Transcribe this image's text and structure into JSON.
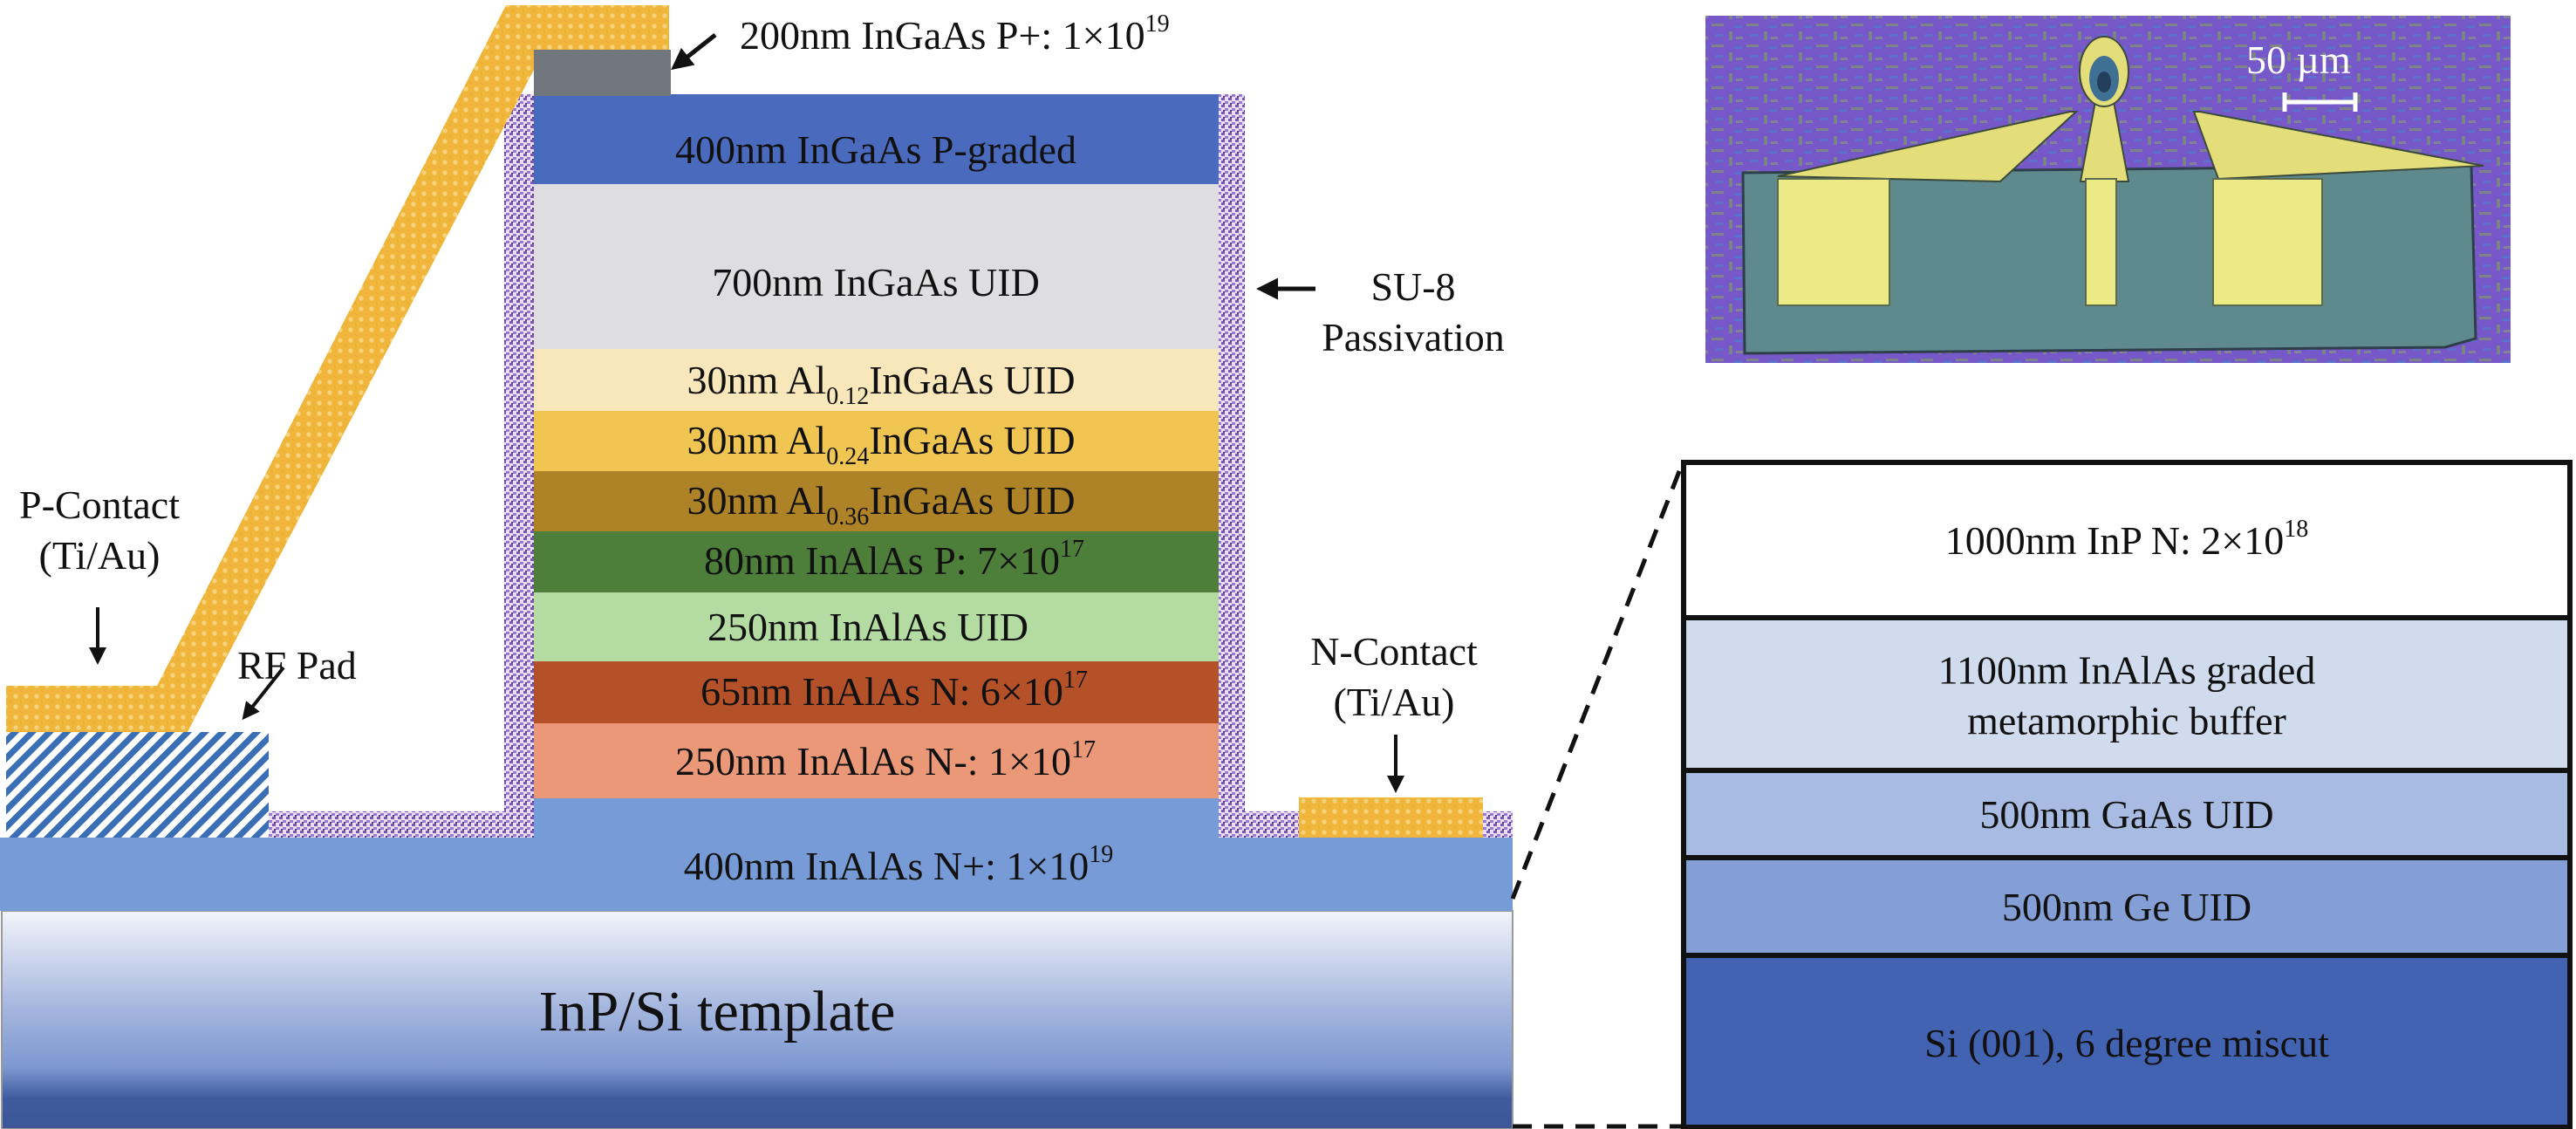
{
  "figure": {
    "type": "device cross-section schematic",
    "colors": {
      "gold_contact": "#F0B63C",
      "su8_passivation": "#7A55B0",
      "rf_pad_hatch": "#3A6EB5",
      "photo_background": "#7658C8",
      "photo_gold": "#E8E47A",
      "photo_mesa": "#5E8A8E"
    }
  },
  "mesa_stack": {
    "top_contact_layer": {
      "label": "200nm InGaAs P+: 1×10",
      "exponent": "19",
      "color": "#72767D"
    },
    "layers": [
      {
        "pre": "400nm InGaAs P-graded",
        "color": "#4A6ABD"
      },
      {
        "pre": "700nm InGaAs UID",
        "color": "#DEDDDF"
      },
      {
        "pre": "30nm Al",
        "sub": "0.12",
        "post": "InGaAs UID",
        "color": "#F8E7BA"
      },
      {
        "pre": "30nm Al",
        "sub": "0.24",
        "post": "InGaAs UID",
        "color": "#F0C552"
      },
      {
        "pre": "30nm Al",
        "sub": "0.36",
        "post": "InGaAs UID",
        "color": "#AE8226"
      },
      {
        "pre": "80nm InAlAs P: 7×10",
        "sup": "17",
        "color": "#4E7F3A"
      },
      {
        "pre": "250nm InAlAs UID",
        "color": "#B4DBA2"
      },
      {
        "pre": "65nm InAlAs N: 6×10",
        "sup": "17",
        "color": "#B55129"
      },
      {
        "pre": "250nm InAlAs N-: 1×10",
        "sup": "17",
        "color": "#EA9877"
      }
    ],
    "n_plus_layer": {
      "pre": "400nm InAlAs N+: 1×10",
      "sup": "19",
      "color": "#779BD7"
    },
    "template": {
      "label": "InP/Si template",
      "color_top": "#F2F4FA",
      "color_bottom": "#3C5698"
    }
  },
  "annotations": {
    "p_contact": [
      "P-Contact",
      "(Ti/Au)"
    ],
    "rf_pad": "RF Pad",
    "su8": [
      "SU-8",
      "Passivation"
    ],
    "n_contact": [
      "N-Contact",
      "(Ti/Au)"
    ]
  },
  "template_stack": {
    "layers": [
      {
        "pre": "1000nm InP N: 2×10",
        "sup": "18",
        "color": "#FFFFFF"
      },
      {
        "line1": "1100nm InAlAs graded",
        "line2": "metamorphic buffer",
        "color": "#D0DCEE"
      },
      {
        "pre": "500nm GaAs UID",
        "color": "#A8BCE3"
      },
      {
        "pre": "500nm Ge UID",
        "color": "#849FD6"
      },
      {
        "pre": "Si (001), 6 degree miscut",
        "color": "#4262B2"
      }
    ]
  },
  "micrograph": {
    "scale_bar_label": "50 µm"
  }
}
